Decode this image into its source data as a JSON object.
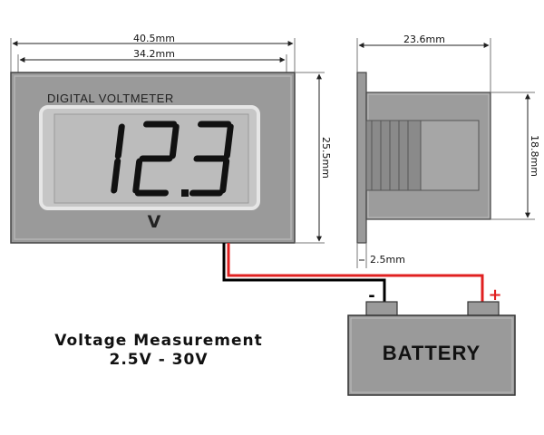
{
  "dimensions": {
    "total_width": "40.5mm",
    "bezel_width": "34.2mm",
    "height": "25.5mm",
    "depth": "23.6mm",
    "body_height": "18.8mm",
    "flange_thickness": "2.5mm"
  },
  "meter": {
    "label": "DIGITAL VOLTMETER",
    "reading": "12.3",
    "unit": "V"
  },
  "battery": {
    "label": "BATTERY",
    "negative": "-",
    "positive": "+"
  },
  "caption": {
    "line1": "Voltage Measurement",
    "line2": "2.5V - 30V"
  },
  "colors": {
    "panel": "#989898",
    "lcd": "#c4c4c4",
    "segment": "#111111",
    "wire_red": "#e02020",
    "wire_black": "#000000"
  }
}
